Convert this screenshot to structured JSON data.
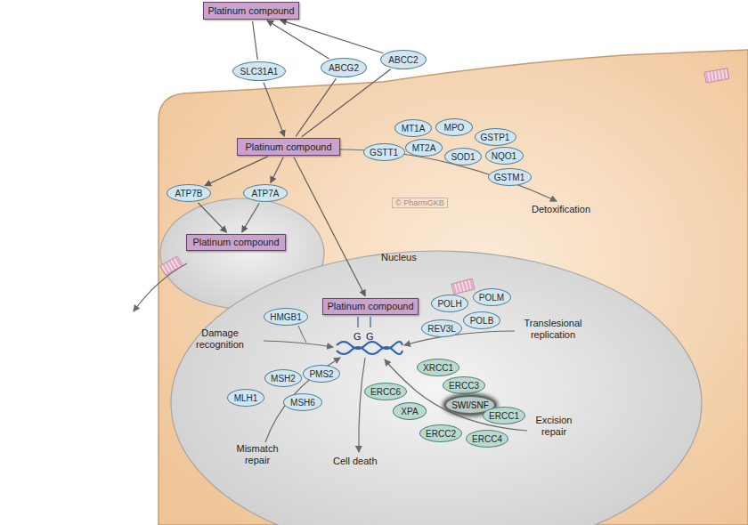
{
  "diagram": {
    "nodes": [
      {
        "text": [
          "Platinum compound"
        ]
      },
      {
        "text": [
          "SLC31A1"
        ]
      },
      {
        "text": [
          "ABCG2"
        ]
      },
      {
        "text": [
          "ABCC2"
        ]
      },
      {
        "text": [
          "Platinum compound"
        ]
      },
      {
        "text": [
          "MT1A"
        ]
      },
      {
        "text": [
          "MPO"
        ]
      },
      {
        "text": [
          "GSTP1"
        ]
      },
      {
        "text": [
          "GSTT1"
        ]
      },
      {
        "text": [
          "MT2A"
        ]
      },
      {
        "text": [
          "SOD1"
        ]
      },
      {
        "text": [
          "NQO1"
        ]
      },
      {
        "text": [
          "GSTM1"
        ]
      },
      {
        "text": [
          "ATP7B"
        ]
      },
      {
        "text": [
          "ATP7A"
        ]
      },
      {
        "text": [
          "Platinum compound"
        ]
      },
      {
        "text": [
          "Nucleus"
        ]
      },
      {
        "text": [
          "Platinum compound"
        ],
        "in": 16
      },
      {
        "text": [
          "POLH"
        ],
        "in": 16
      },
      {
        "text": [
          "POLM"
        ],
        "in": 16
      },
      {
        "text": [
          "HMGB1"
        ],
        "in": 16
      },
      {
        "text": [
          "POLB"
        ],
        "in": 16
      },
      {
        "text": [
          "REV3L"
        ],
        "in": 16
      },
      {
        "text": [
          "MSH2"
        ],
        "in": 16
      },
      {
        "text": [
          "PMS2"
        ],
        "in": 16
      },
      {
        "text": [
          "XRCC1"
        ],
        "in": 16
      },
      {
        "text": [
          "ERCC3"
        ],
        "in": 16
      },
      {
        "text": [
          "MLH1"
        ],
        "in": 16
      },
      {
        "text": [
          "MSH6"
        ],
        "in": 16
      },
      {
        "text": [
          "ERCC6"
        ],
        "in": 16
      },
      {
        "text": [
          "SWI/SNF"
        ],
        "in": 16
      },
      {
        "text": [
          "XPA"
        ],
        "in": 16
      },
      {
        "text": [
          "ERCC1"
        ],
        "in": 16
      },
      {
        "text": [
          "ERCC2"
        ],
        "in": 16
      },
      {
        "text": [
          "ERCC4"
        ],
        "in": 16
      }
    ],
    "edges": [
      {
        "from": 0,
        "to": 1,
        "arrow": "none"
      },
      {
        "from": 1,
        "to": 4,
        "arrow": "to"
      },
      {
        "from": 4,
        "to": 2,
        "arrow": "none"
      },
      {
        "from": 2,
        "to": 0,
        "arrow": "to"
      },
      {
        "from": 4,
        "to": 3,
        "arrow": "none"
      },
      {
        "from": 3,
        "to": 0,
        "arrow": "to"
      },
      {
        "from": 4,
        "to": 13,
        "arrow": "to"
      },
      {
        "from": 4,
        "to": 14,
        "arrow": "to"
      },
      {
        "from": 13,
        "to": 15,
        "arrow": "to"
      },
      {
        "from": 14,
        "to": 15,
        "arrow": "to"
      },
      {
        "from": 4,
        "to": 17,
        "arrow": "to"
      }
    ],
    "labels": [
      "Detoxification",
      "© PharmGKB",
      "Damage recognition",
      "Translesional replication",
      "G",
      "G",
      "Mismatch repair",
      "Cell death",
      "Excision repair"
    ]
  }
}
